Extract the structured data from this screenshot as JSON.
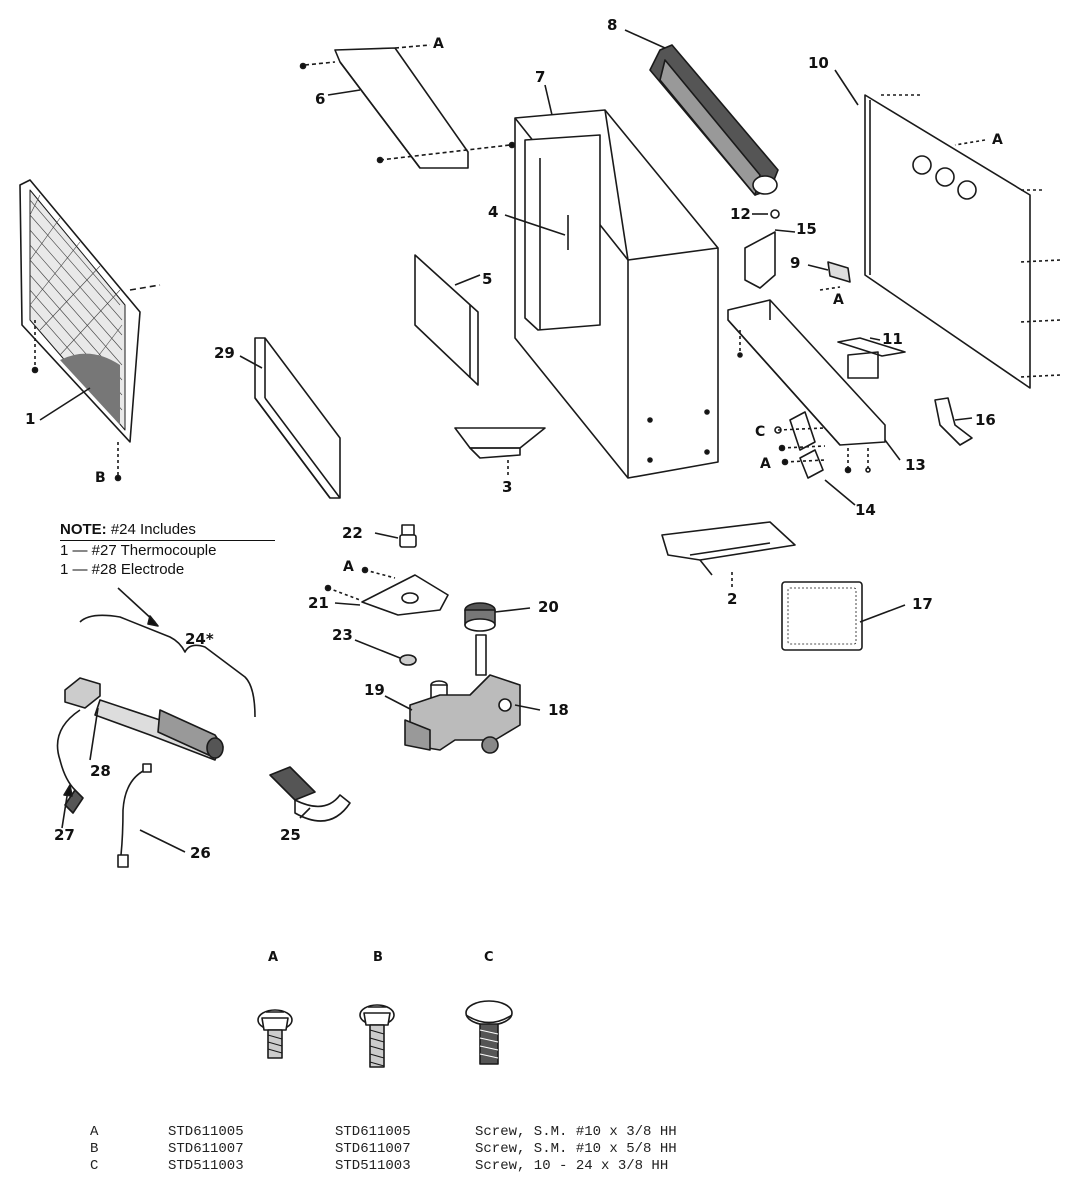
{
  "note": {
    "heading_bold": "NOTE:",
    "heading_rest": " #24 Includes",
    "lines": [
      "1 — #27 Thermocouple",
      "1 — #28 Electrode"
    ]
  },
  "part_numbers": [
    "1",
    "2",
    "3",
    "4",
    "5",
    "6",
    "7",
    "8",
    "9",
    "10",
    "11",
    "12",
    "13",
    "14",
    "15",
    "16",
    "17",
    "18",
    "19",
    "20",
    "21",
    "22",
    "23",
    "24*",
    "25",
    "26",
    "27",
    "28",
    "29"
  ],
  "fastener_letters": {
    "a": "A",
    "b": "B",
    "c": "C"
  },
  "fastener_legend": {
    "headers": [
      "A",
      "B",
      "C"
    ],
    "rows": [
      {
        "key": "A",
        "part_no": "STD611005",
        "alt_part_no": "STD611005",
        "description": "Screw, S.M. #10 x 3/8 HH"
      },
      {
        "key": "B",
        "part_no": "STD611007",
        "alt_part_no": "STD611007",
        "description": "Screw, S.M. #10 x 5/8 HH"
      },
      {
        "key": "C",
        "part_no": "STD511003",
        "alt_part_no": "STD511003",
        "description": "Screw, 10 - 24 x 3/8 HH"
      }
    ]
  }
}
